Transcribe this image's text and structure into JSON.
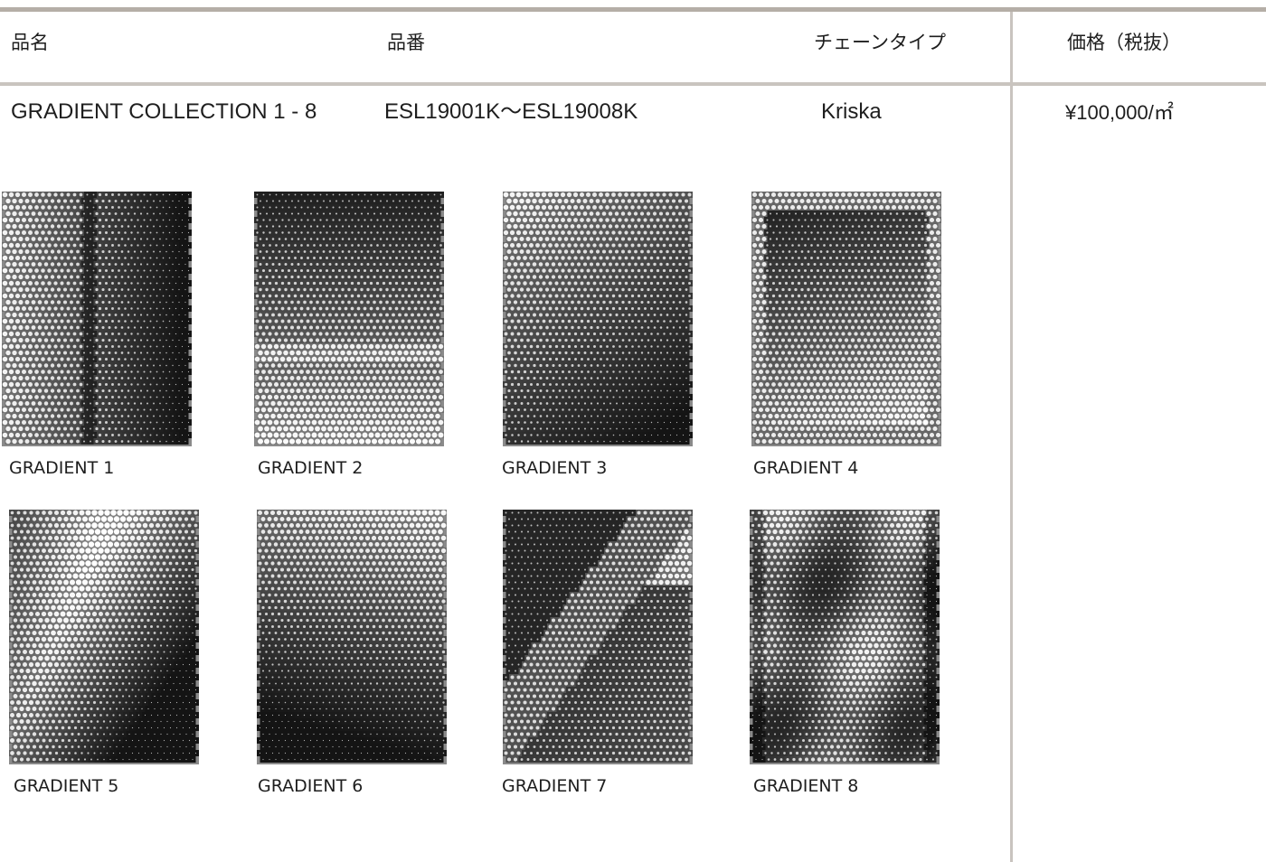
{
  "table": {
    "headers": {
      "product_name": "品名",
      "product_number": "品番",
      "chain_type": "チェーンタイプ",
      "price": "価格（税抜）"
    },
    "row": {
      "product_name": "GRADIENT COLLECTION 1 - 8",
      "product_number": "ESL19001K～ESL19008K",
      "chain_type": "Kriska",
      "price": "¥100,000/㎡"
    }
  },
  "swatches": [
    {
      "caption": "GRADIENT 1",
      "pattern": "vertical gradient light-left to dark-right"
    },
    {
      "caption": "GRADIENT 2",
      "pattern": "horizontal gradient dark-top to light-bottom"
    },
    {
      "caption": "GRADIENT 3",
      "pattern": "diagonal light-top-left to dark-bottom-right"
    },
    {
      "caption": "GRADIENT 4",
      "pattern": "dark-top-left to light border frame"
    },
    {
      "caption": "GRADIENT 5",
      "pattern": "light top-left diagonal band to dark bottom"
    },
    {
      "caption": "GRADIENT 6",
      "pattern": "light top-right to dark bottom"
    },
    {
      "caption": "GRADIENT 7",
      "pattern": "diagonal split with light corners"
    },
    {
      "caption": "GRADIENT 8",
      "pattern": "mottled gray with dark edges"
    }
  ],
  "colors": {
    "rule": "#c9c4bf",
    "top_rule": "#b5aea7",
    "text": "#1e1e1e"
  }
}
